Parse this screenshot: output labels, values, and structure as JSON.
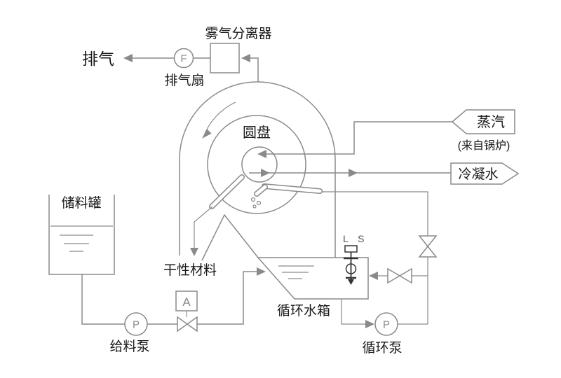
{
  "colors": {
    "line": "#8a8a8a",
    "text": "#1a1a1a",
    "sensor": "#333333",
    "background": "#ffffff"
  },
  "top": {
    "exhaust_label": "排气",
    "exhaust_fan_label": "排气扇",
    "exhaust_fan_symbol": "F",
    "mist_separator_label": "雾气分离器"
  },
  "drum": {
    "disc_label": "圆盘"
  },
  "right": {
    "steam_label": "蒸汽",
    "steam_note": "(来自锅炉)",
    "condensate_label": "冷凝水"
  },
  "left": {
    "storage_tank_label": "储料罐"
  },
  "bottom": {
    "dry_material_label": "干性材料",
    "feed_pump_label": "给料泵",
    "feed_pump_symbol": "P",
    "control_valve_symbol": "A",
    "circulating_tank_label": "循环水箱",
    "level_switch_label": "L S",
    "circulating_pump_label": "循环泵",
    "circulating_pump_symbol": "P"
  }
}
